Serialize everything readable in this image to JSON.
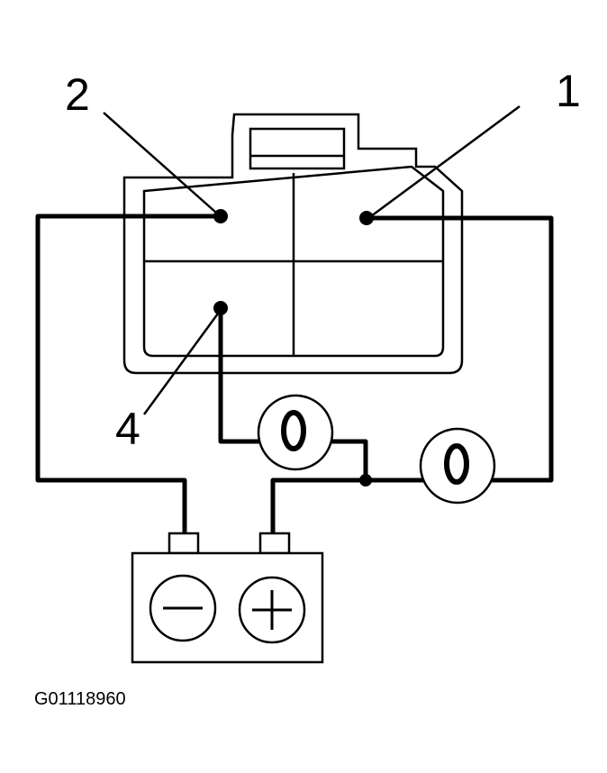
{
  "labels": {
    "terminal_1": "1",
    "terminal_2": "2",
    "terminal_4": "4"
  },
  "battery": {
    "negative_symbol": "−",
    "positive_symbol": "+"
  },
  "bulbs": [
    {
      "symbol": "0"
    },
    {
      "symbol": "0"
    }
  ],
  "figure_code": "G01118960"
}
